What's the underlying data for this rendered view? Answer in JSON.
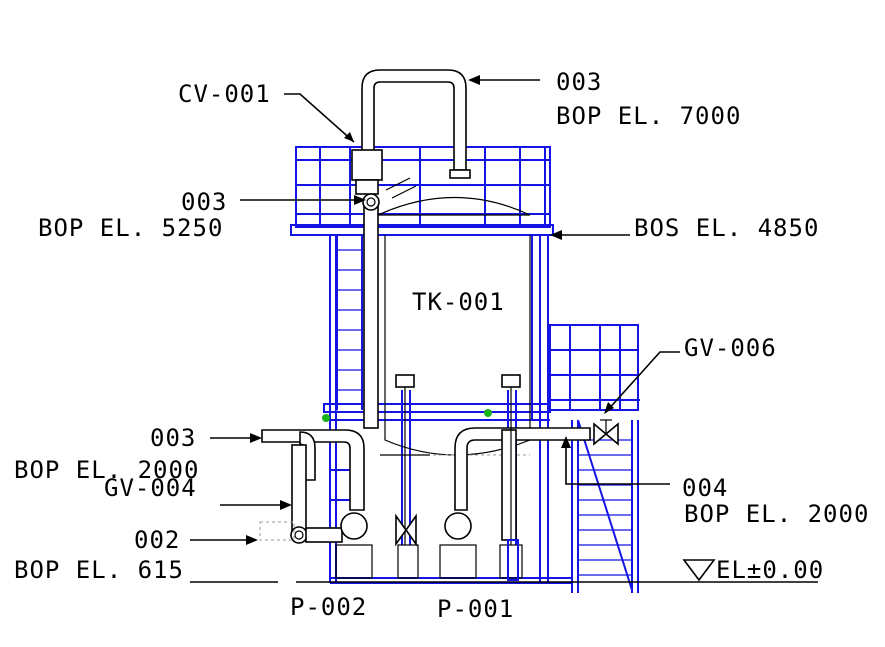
{
  "labels": {
    "cv001": "CV-001",
    "l003_top": "003",
    "bop7000": "BOP EL. 7000",
    "l003_mid": "003",
    "bop5250": "BOP EL. 5250",
    "bos4850": "BOS EL. 4850",
    "tk001": "TK-001",
    "gv006": "GV-006",
    "l003_low": "003",
    "bop2000_left": "BOP EL. 2000",
    "gv004": "GV-004",
    "l004": "004",
    "bop2000_right": "BOP EL. 2000",
    "l002": "002",
    "bop615": "BOP EL. 615",
    "el000": "EL±0.00",
    "p002": "P-002",
    "p001": "P-001"
  },
  "colors": {
    "structure": "#1414e6",
    "piping": "#000000",
    "valve_marker": "#19b419"
  }
}
